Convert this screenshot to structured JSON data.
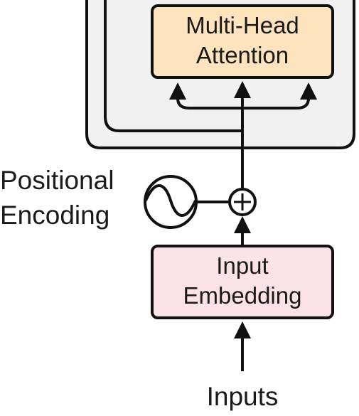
{
  "blocks": {
    "attention": {
      "line1": "Multi-Head",
      "line2": "Attention",
      "fill": "#fde4bf"
    },
    "embedding": {
      "line1": "Input",
      "line2": "Embedding",
      "fill": "#fbe2e6"
    }
  },
  "positional_encoding": {
    "line1": "Positional",
    "line2": "Encoding"
  },
  "inputs_label": "Inputs",
  "colors": {
    "stroke": "#111111",
    "encoder_stack_fill": "#f1f1f1"
  }
}
